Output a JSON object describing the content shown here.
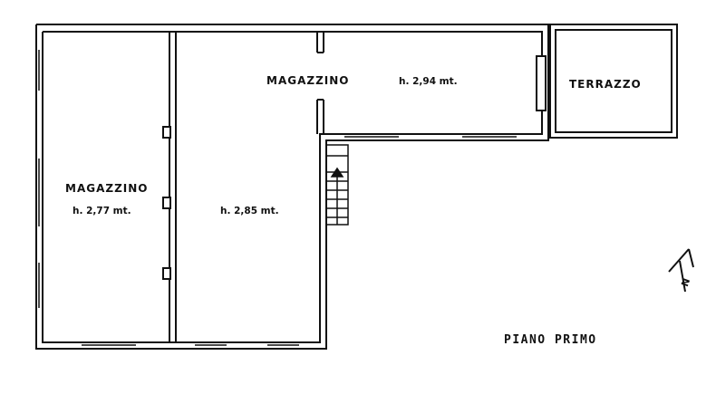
{
  "rooms": {
    "left": {
      "name": "MAGAZZINO",
      "height": "h. 2,77 mt."
    },
    "center": {
      "height": "h. 2,85 mt."
    },
    "upper": {
      "name": "MAGAZZINO",
      "height": "h. 2,94 mt."
    },
    "terrace": {
      "name": "TERRAZZO"
    }
  },
  "floor_label": "PIANO PRIMO",
  "north_label": "N",
  "colors": {
    "line": "#111111",
    "background": "#ffffff"
  }
}
